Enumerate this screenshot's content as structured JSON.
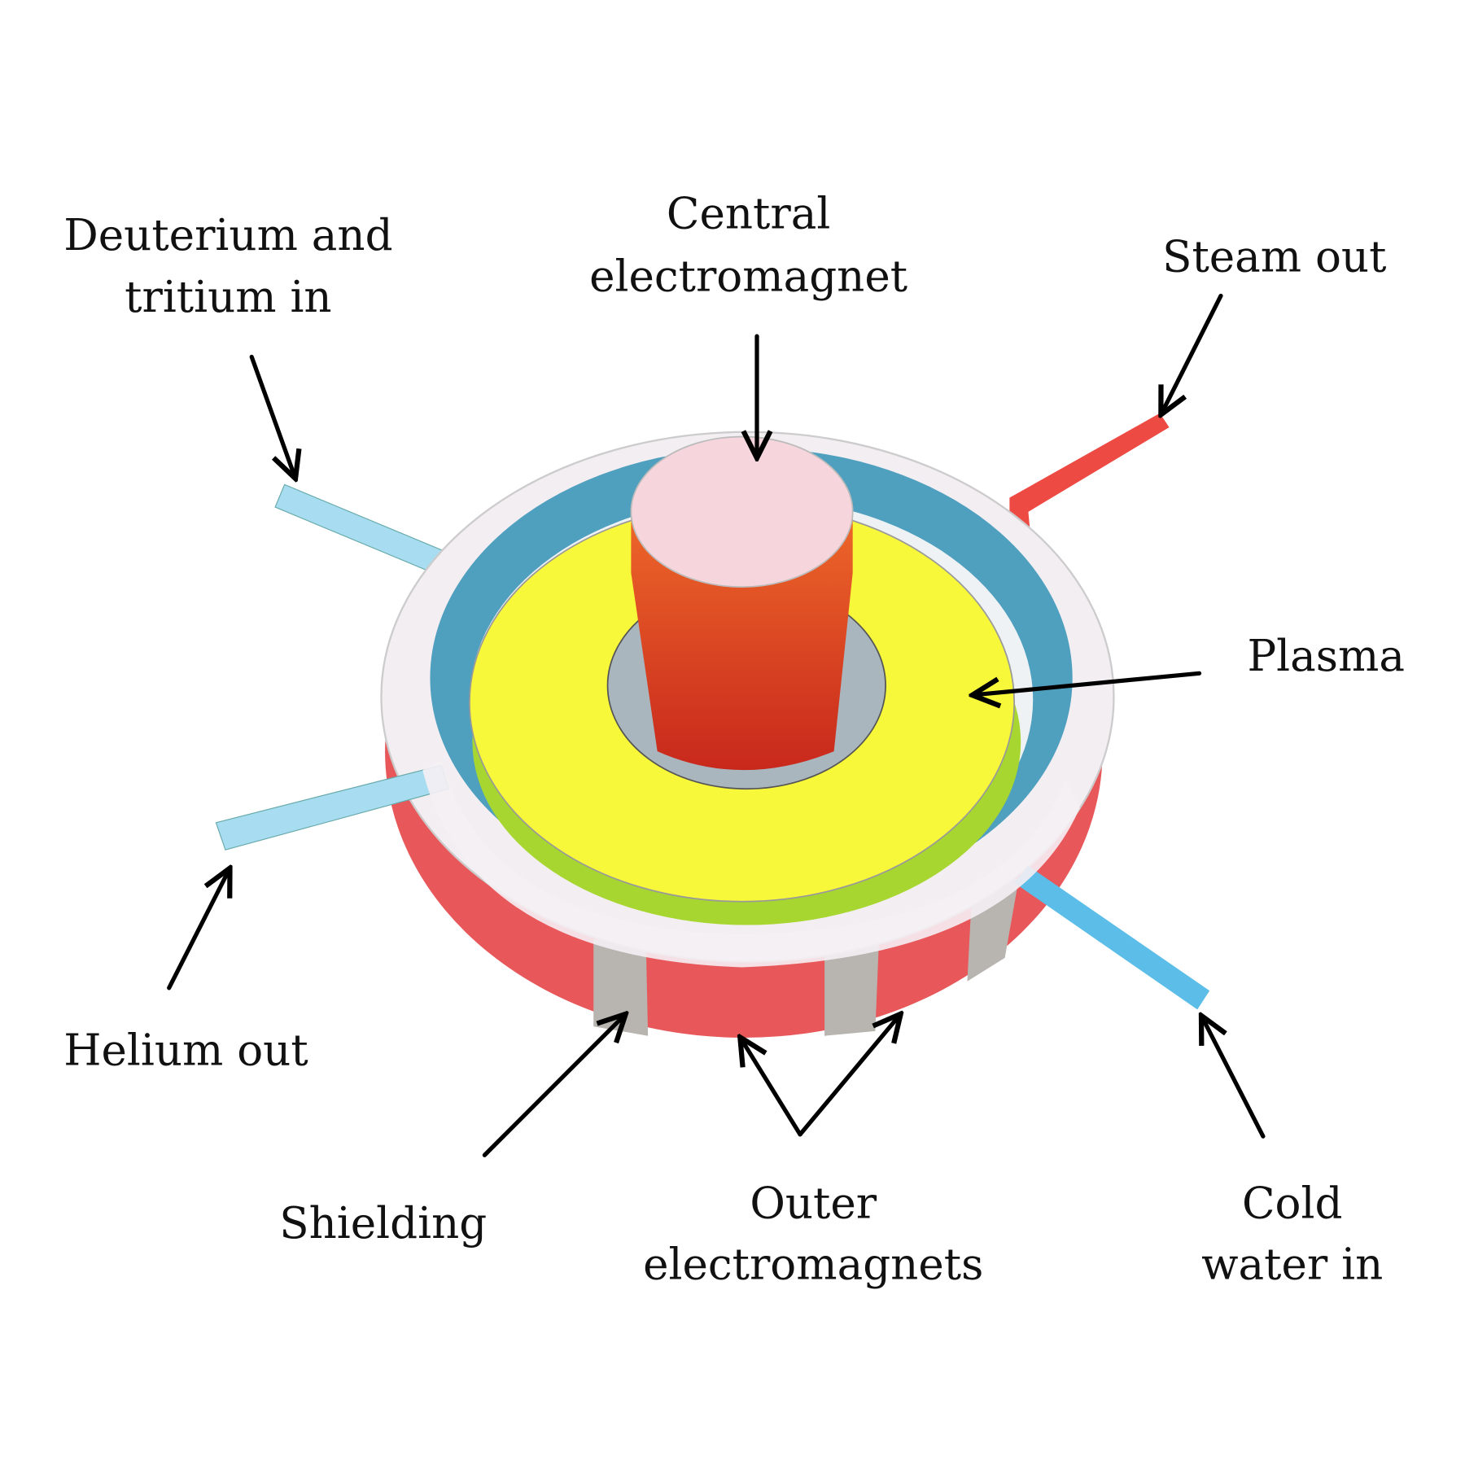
{
  "labels": {
    "fuel_in": [
      "Deuterium and",
      "tritium in"
    ],
    "central_magnet": [
      "Central",
      "electromagnet"
    ],
    "steam_out": "Steam out",
    "plasma": "Plasma",
    "helium_out": "Helium out",
    "shielding": "Shielding",
    "outer_magnets": [
      "Outer",
      "electromagnets"
    ],
    "cold_water_in": [
      "Cold",
      "water in"
    ]
  },
  "colors": {
    "plasma": "#f8f83a",
    "outer_magnets": "#e8585a",
    "central_magnet": "#e2501e",
    "coolant_in": "#5bbde8",
    "steam_out": "#ee4a44",
    "blanket": "#4f9fbf",
    "gas_pipes": "#a8dcf0"
  }
}
